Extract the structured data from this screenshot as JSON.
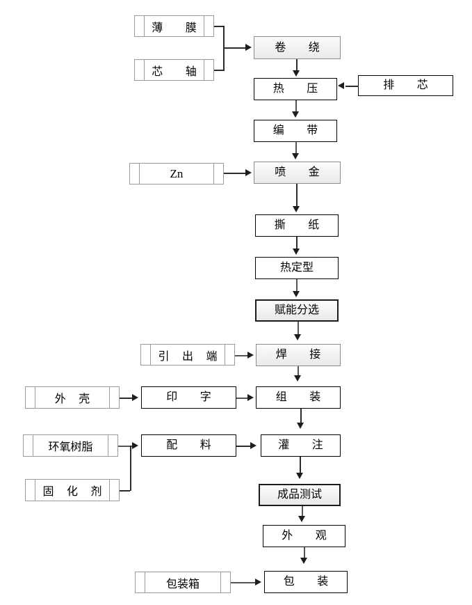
{
  "diagram": {
    "type": "flowchart",
    "title": "",
    "orientation": "top-to-bottom",
    "colors": {
      "box_border_strong": "#000000",
      "box_border_soft": "#9a9a9a",
      "box_fill_white": "#ffffff",
      "box_fill_gray": "#f1f1f1",
      "connector": "#2b2b2b"
    },
    "materials": [
      {
        "id": "film",
        "label": "薄  膜"
      },
      {
        "id": "mandrel",
        "label": "芯  轴"
      },
      {
        "id": "zinc",
        "label": "Zn"
      },
      {
        "id": "lead",
        "label": "引 出 端"
      },
      {
        "id": "shell",
        "label": "外   壳"
      },
      {
        "id": "epoxy",
        "label": "环氧树脂"
      },
      {
        "id": "hardener",
        "label": "固 化 剂"
      },
      {
        "id": "carton",
        "label": "包装箱"
      }
    ],
    "processes": [
      {
        "id": "winding",
        "label": "卷   绕"
      },
      {
        "id": "hotpress",
        "label": "热   压"
      },
      {
        "id": "decore",
        "label": "排   芯"
      },
      {
        "id": "taping",
        "label": "编   带"
      },
      {
        "id": "metalspray",
        "label": "喷   金"
      },
      {
        "id": "tearpaper",
        "label": "撕   纸"
      },
      {
        "id": "heatset",
        "label": "热定型"
      },
      {
        "id": "sorting",
        "label": "赋能分选"
      },
      {
        "id": "welding",
        "label": "焊   接"
      },
      {
        "id": "printing",
        "label": "印   字"
      },
      {
        "id": "assembly",
        "label": "组   装"
      },
      {
        "id": "mixing",
        "label": "配   料"
      },
      {
        "id": "potting",
        "label": "灌   注"
      },
      {
        "id": "finaltest",
        "label": "成品测试"
      },
      {
        "id": "appearance",
        "label": "外   观"
      },
      {
        "id": "packing",
        "label": "包   装"
      }
    ],
    "edges": [
      {
        "from": "film",
        "to": "winding"
      },
      {
        "from": "mandrel",
        "to": "winding"
      },
      {
        "from": "winding",
        "to": "hotpress"
      },
      {
        "from": "decore",
        "to": "hotpress"
      },
      {
        "from": "hotpress",
        "to": "taping"
      },
      {
        "from": "taping",
        "to": "metalspray"
      },
      {
        "from": "zinc",
        "to": "metalspray"
      },
      {
        "from": "metalspray",
        "to": "tearpaper"
      },
      {
        "from": "tearpaper",
        "to": "heatset"
      },
      {
        "from": "heatset",
        "to": "sorting"
      },
      {
        "from": "sorting",
        "to": "welding"
      },
      {
        "from": "lead",
        "to": "welding"
      },
      {
        "from": "welding",
        "to": "assembly"
      },
      {
        "from": "shell",
        "to": "printing"
      },
      {
        "from": "printing",
        "to": "assembly"
      },
      {
        "from": "assembly",
        "to": "potting"
      },
      {
        "from": "epoxy",
        "to": "mixing"
      },
      {
        "from": "hardener",
        "to": "mixing"
      },
      {
        "from": "mixing",
        "to": "potting"
      },
      {
        "from": "potting",
        "to": "finaltest"
      },
      {
        "from": "finaltest",
        "to": "appearance"
      },
      {
        "from": "appearance",
        "to": "packing"
      },
      {
        "from": "carton",
        "to": "packing"
      }
    ]
  }
}
